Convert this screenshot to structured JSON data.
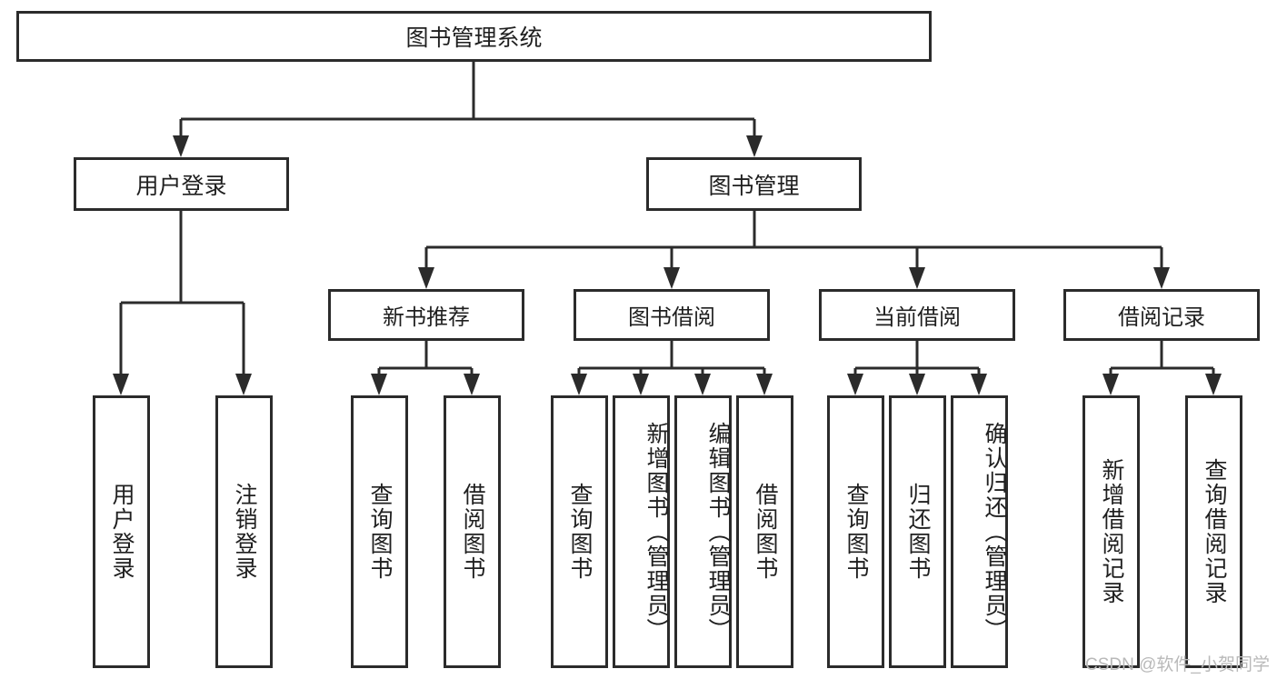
{
  "diagram": {
    "title": "图书管理系统",
    "type": "hierarchy-tree",
    "colors": {
      "border": "#2b2b2b",
      "fill": "#ffffff",
      "text": "#1f1f1f",
      "connector": "#2b2b2b",
      "watermark": "#b9b9b9"
    },
    "root": {
      "label": "图书管理系统"
    },
    "level1": [
      {
        "label": "用户登录"
      },
      {
        "label": "图书管理"
      }
    ],
    "level2": [
      {
        "label": "新书推荐"
      },
      {
        "label": "图书借阅"
      },
      {
        "label": "当前借阅"
      },
      {
        "label": "借阅记录"
      }
    ],
    "leaves": {
      "user_login": [
        {
          "label": "用户登录"
        },
        {
          "label": "注销登录"
        }
      ],
      "new_book_recommend": [
        {
          "label": "查询图书"
        },
        {
          "label": "借阅图书"
        }
      ],
      "book_borrow": [
        {
          "label": "查询图书"
        },
        {
          "label": "新增图书（管理员）"
        },
        {
          "label": "编辑图书（管理员）"
        },
        {
          "label": "借阅图书"
        }
      ],
      "current_borrow": [
        {
          "label": "查询图书"
        },
        {
          "label": "归还图书"
        },
        {
          "label": "确认归还（管理员）"
        }
      ],
      "borrow_record": [
        {
          "label": "新增借阅记录"
        },
        {
          "label": "查询借阅记录"
        }
      ]
    },
    "watermark": "CSDN @软件_小贺同学"
  }
}
